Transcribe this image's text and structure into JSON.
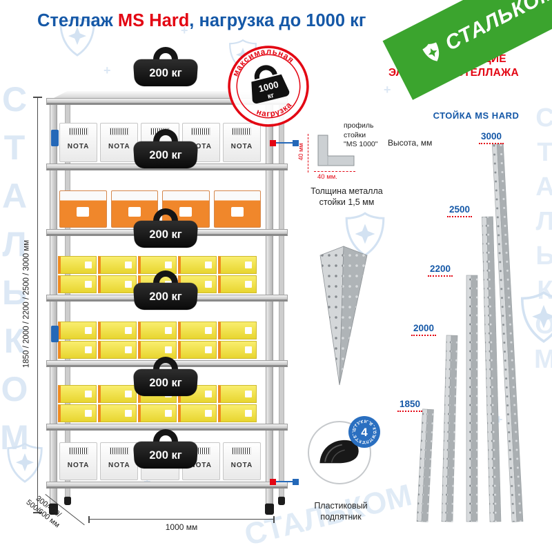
{
  "page": {
    "title": {
      "part1": "Стеллаж ",
      "part2": "MS Hard",
      "part3": ", нагрузка до 1000 кг"
    }
  },
  "brand": {
    "logo_text": "СТАЛЬКОМ",
    "watermark_text": "СТАЛЬКОМ"
  },
  "rack": {
    "box_brand": "NOTA",
    "load_labels": [
      "200 кг",
      "200 кг",
      "200 кг",
      "200 кг",
      "200 кг",
      "200 кг"
    ],
    "max_load_stamp": {
      "arc_top": "максимальная",
      "arc_bottom": "нагрузка",
      "weight_value": "1000",
      "weight_unit": "кг"
    },
    "dimensions": {
      "heights": "1850 / 2000 / 2200 / 2500 / 3000 мм",
      "depths_line1": "300/400/",
      "depths_line2": "500/600 мм",
      "width": "1000 мм"
    }
  },
  "profile": {
    "side_dim": "40 мм",
    "bottom_dim": "40 мм.",
    "name_line1": "профиль",
    "name_line2": "стойки",
    "name_line3": "\"MS 1000\"",
    "thickness_line1": "Толщина металла",
    "thickness_line2": "стойки 1,5 мм"
  },
  "foot": {
    "badge_count": "4",
    "badge_text": "ШТУКИ В КОМПЛЕКТЕ",
    "caption_line1": "Пластиковый",
    "caption_line2": "подпятник"
  },
  "components": {
    "header_line1": "КОМПЛЕКТУЮЩИЕ",
    "header_line2": "ЭЛЕМЕНТЫ СТЕЛЛАЖА",
    "subheader": "СТОЙКА MS HARD",
    "height_label": "Высота, мм",
    "post_heights": [
      "1850",
      "2000",
      "2200",
      "2500",
      "3000"
    ]
  },
  "colors": {
    "title_blue": "#1558a7",
    "accent_red": "#e30613",
    "logo_green": "#3ba42e",
    "watermark_blue": "#dce8f5",
    "badge_blue": "#2a6fc0"
  }
}
